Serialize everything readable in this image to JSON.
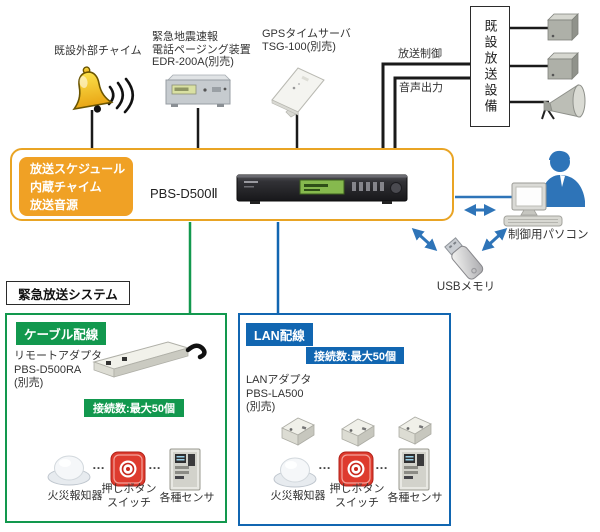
{
  "colors": {
    "accent_orange": "#E9A424",
    "orange_fill": "#F0A125",
    "accent_green": "#12984E",
    "accent_blue": "#1166B1",
    "arrow_blue": "#2E74B8",
    "line_black": "#1A1A1A"
  },
  "top": {
    "chime_label": "既設外部チャイム",
    "edr_lines": [
      "緊急地震速報",
      "電話ページング装置",
      "EDR-200A(別売)"
    ],
    "gps_lines": [
      "GPSタイムサーバ",
      "TSG-100(別売)"
    ],
    "broadcast_control": "放送制御",
    "audio_output": "音声出力",
    "existing_equipment": "既設放送設備"
  },
  "main_unit": {
    "features": [
      "放送スケジュール",
      "内蔵チャイム",
      "放送音源"
    ],
    "model": "PBS-D500Ⅱ"
  },
  "control": {
    "pc_label": "制御用パソコン",
    "usb_label": "USBメモリ"
  },
  "emergency": {
    "title": "緊急放送システム",
    "ellipsis": "…",
    "cable": {
      "header": "ケーブル配線",
      "adapter_lines": [
        "リモートアダプタ",
        "PBS-D500RA",
        "(別売)"
      ],
      "badge": "接続数:最大50個",
      "fire": "火災報知器",
      "button_lines": [
        "押しボタン",
        "スイッチ"
      ],
      "sensor": "各種センサ"
    },
    "lan": {
      "header": "LAN配線",
      "adapter_lines": [
        "LANアダプタ",
        "PBS-LA500",
        "(別売)"
      ],
      "badge": "接続数:最大50個",
      "fire": "火災報知器",
      "button_lines": [
        "押しボタン",
        "スイッチ"
      ],
      "sensor": "各種センサ"
    }
  },
  "icons": {
    "bell": "bell-icon",
    "sound_waves": "sound-waves-icon",
    "edr_device": "edr-device-image",
    "gps_device": "gps-device-image",
    "wall_speaker": "wall-speaker-icon",
    "horn_speaker": "horn-speaker-icon",
    "rack_unit": "pbs-d500-device-image",
    "operator": "operator-person-icon",
    "pc": "control-pc-icon",
    "usb": "usb-memory-icon",
    "remote_adapter": "remote-adapter-image",
    "lan_adapter": "lan-adapter-image",
    "fire_detector": "fire-detector-icon",
    "push_button": "push-button-icon",
    "sensor": "sensor-icon"
  }
}
